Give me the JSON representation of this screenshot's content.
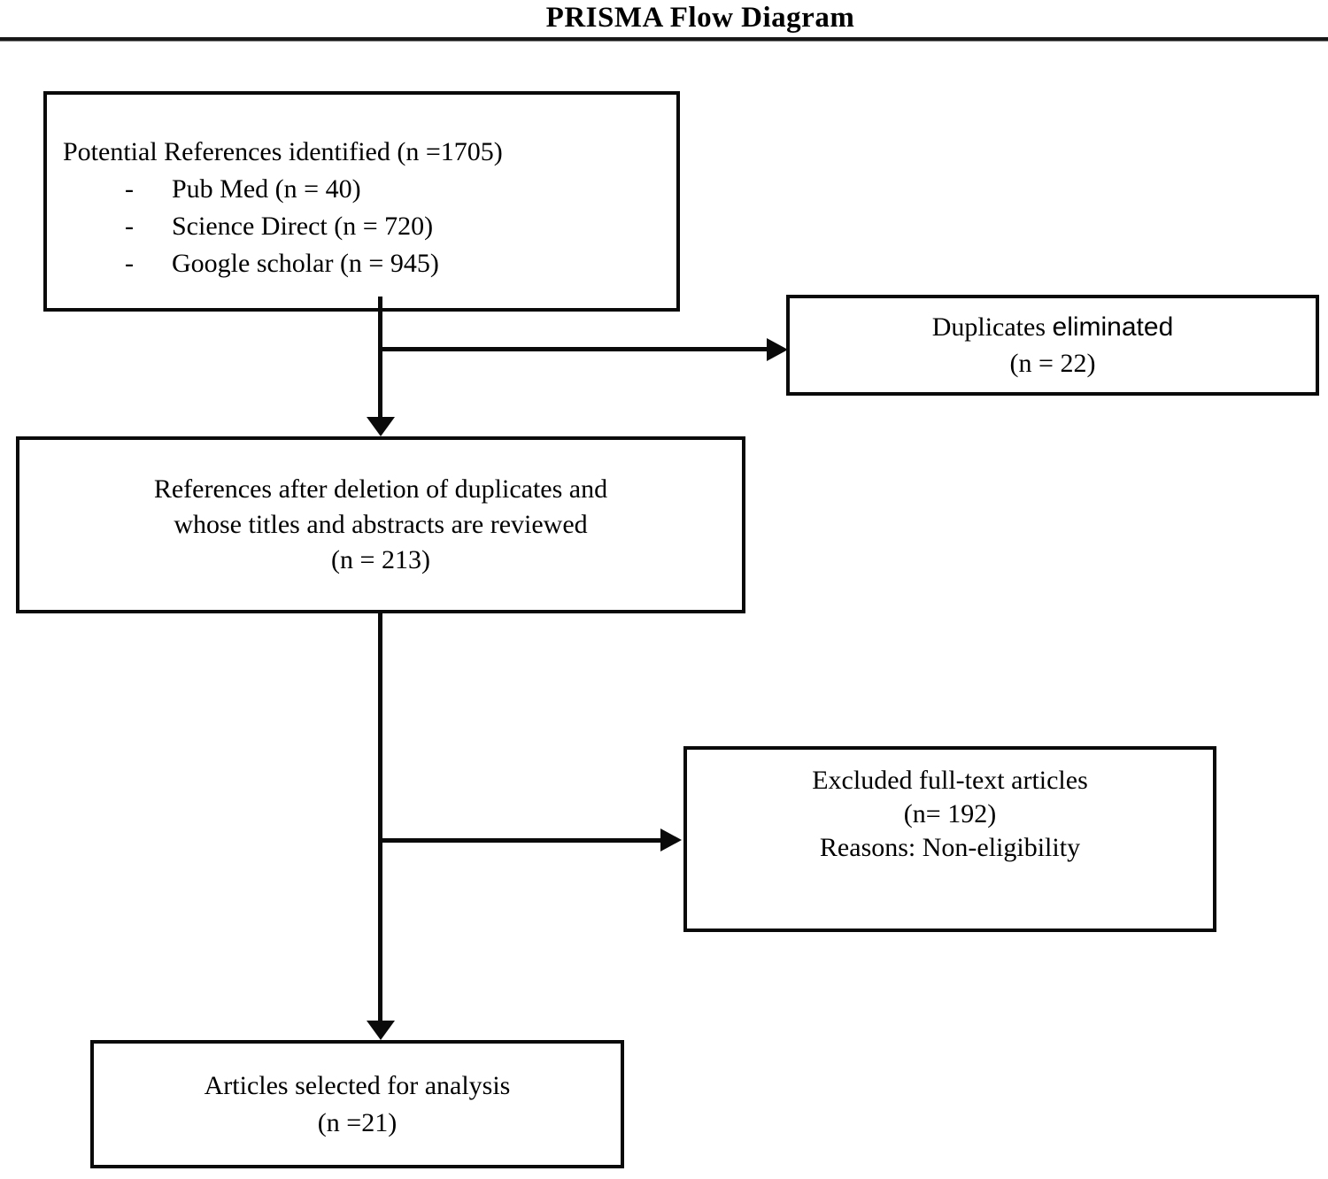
{
  "title": "PRISMA Flow Diagram",
  "boxes": {
    "identification": {
      "heading": "Potential References identified (n =1705)",
      "bullet": "-",
      "items": [
        "Pub Med (n = 40)",
        "Science Direct (n = 720)",
        "Google scholar (n = 945)"
      ]
    },
    "duplicates": {
      "line1_serif": "Duplicates",
      "line1_sans": "eliminated",
      "line2": "(n = 22)"
    },
    "screening": {
      "line1": "References after deletion of duplicates and",
      "line2": "whose titles and abstracts are reviewed",
      "line3": "(n = 213)"
    },
    "excluded": {
      "line1": "Excluded full-text articles",
      "line2": "(n= 192)",
      "line3": "Reasons: Non-eligibility"
    },
    "included": {
      "line1": "Articles selected for analysis",
      "line2": "(n =21)"
    }
  },
  "colors": {
    "ink": "#000000",
    "background": "#ffffff"
  }
}
